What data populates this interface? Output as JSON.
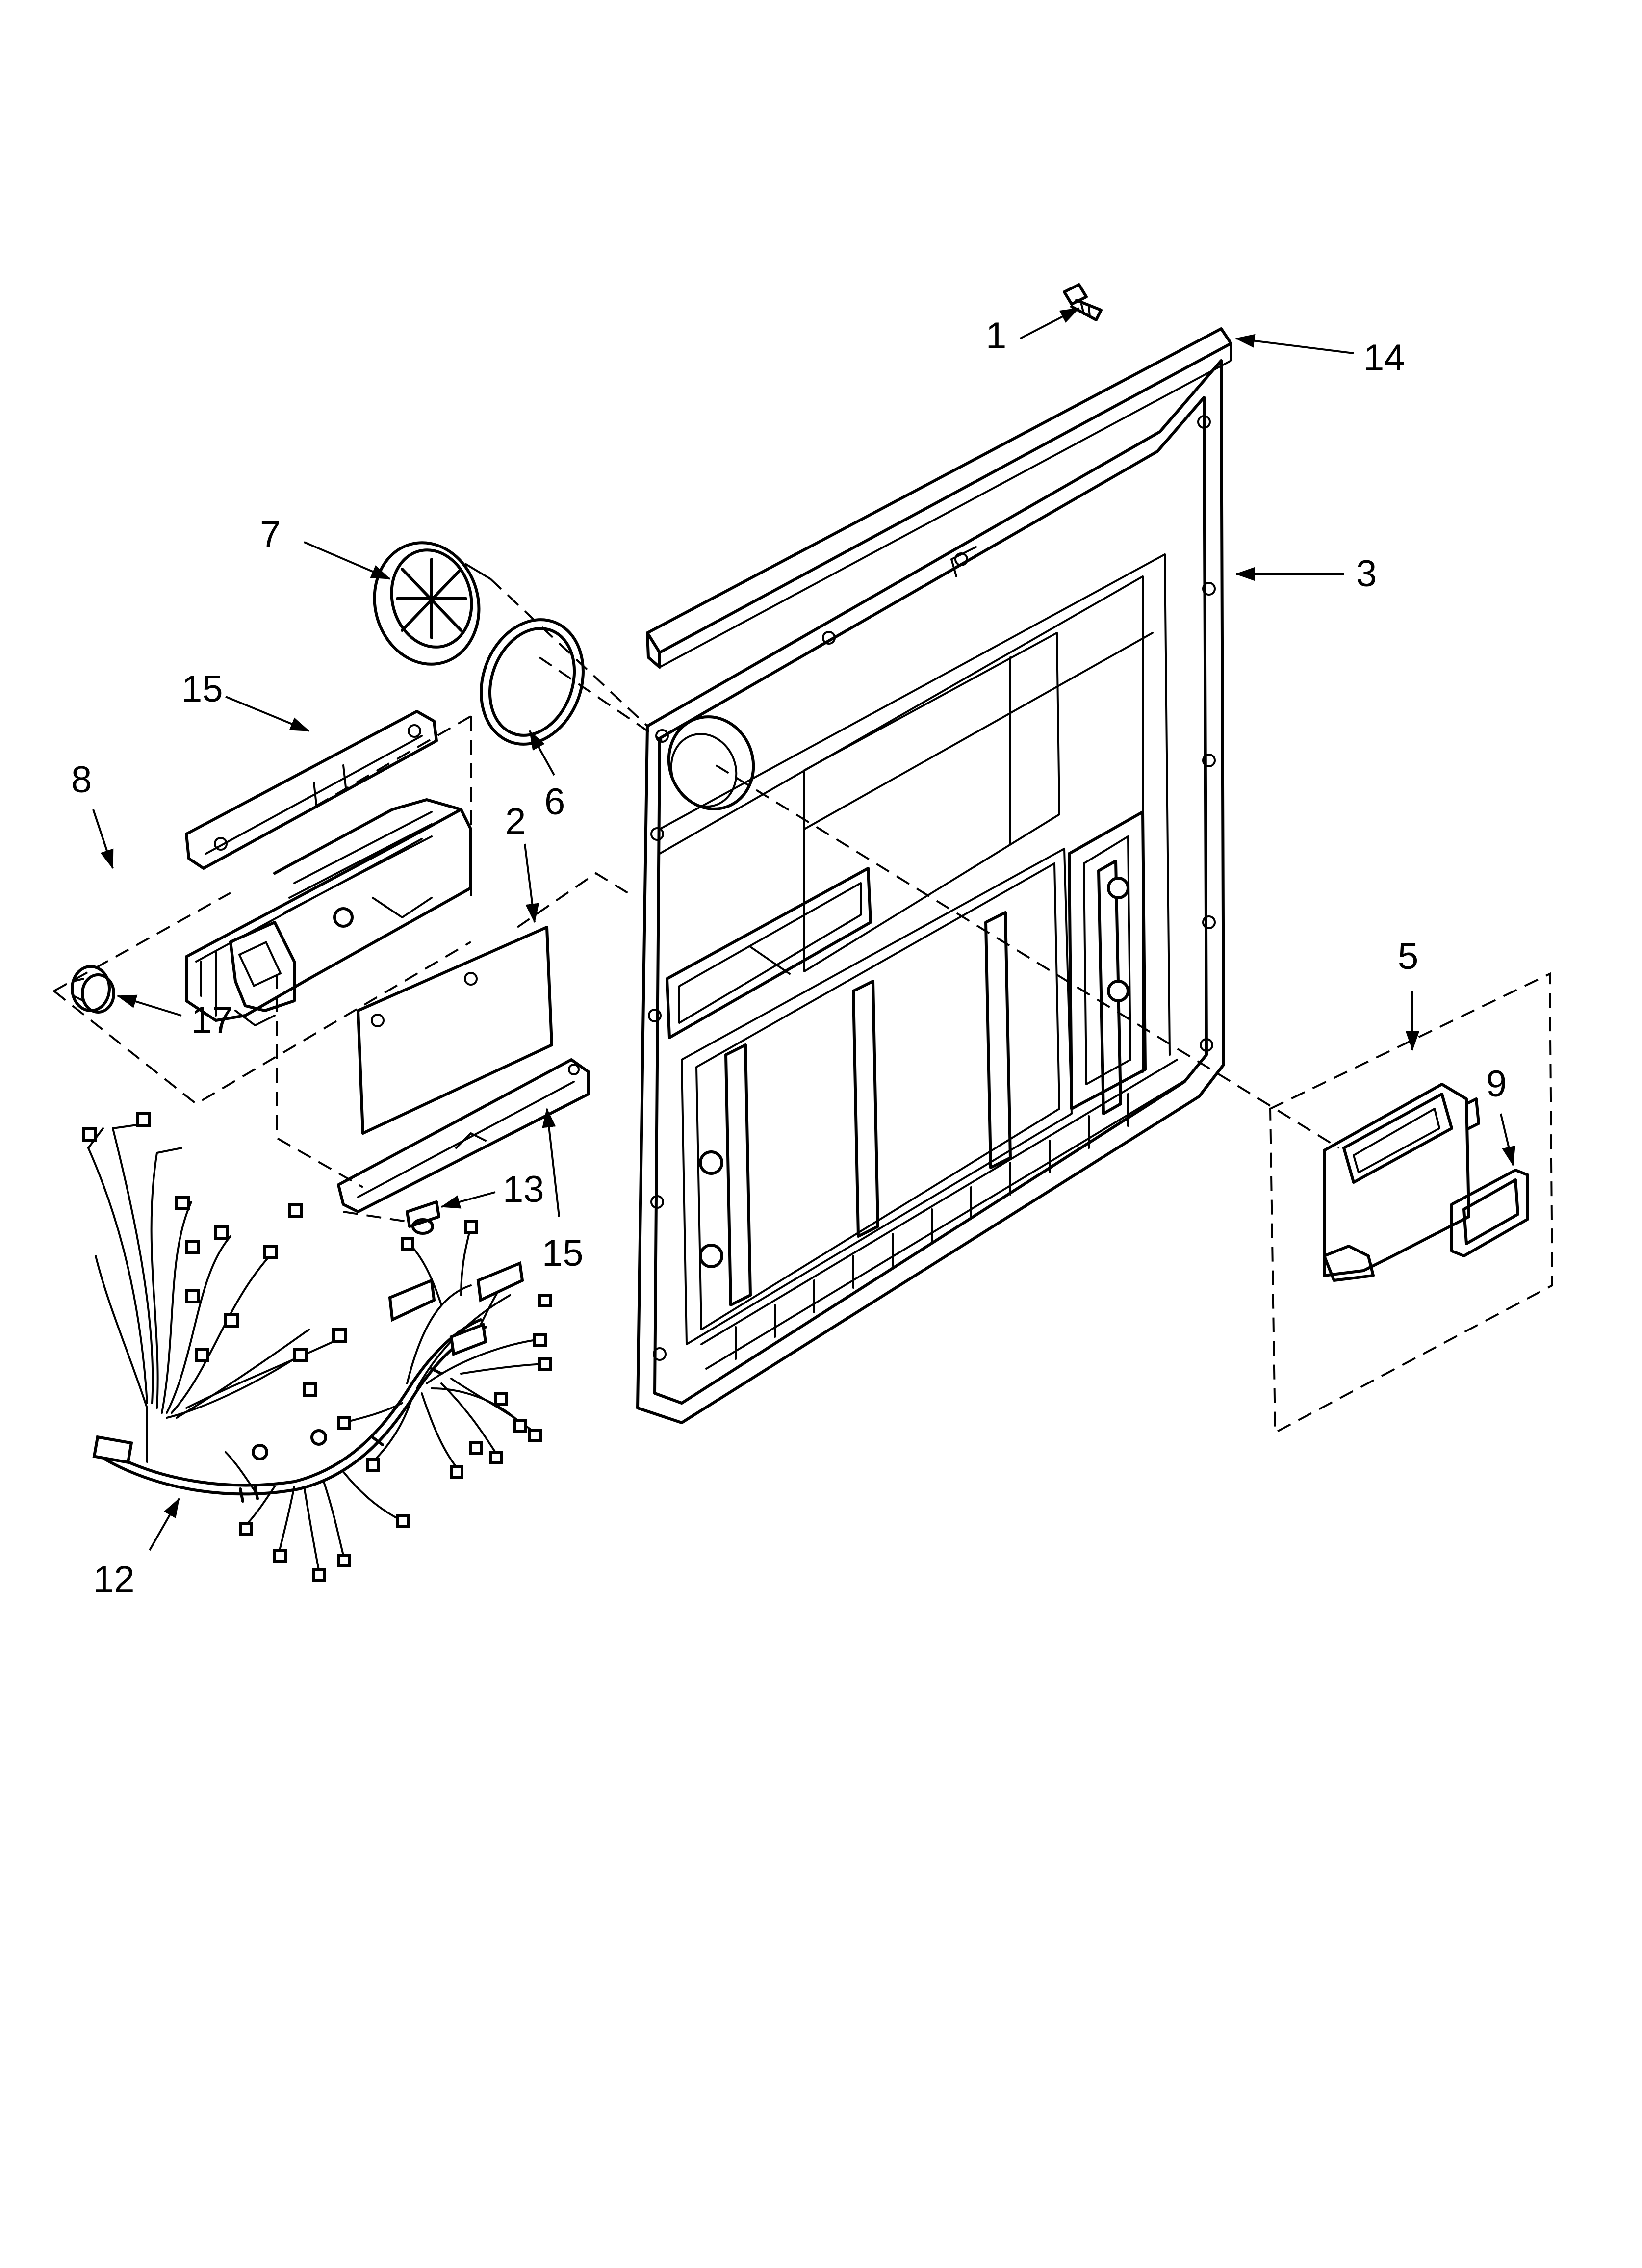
{
  "callouts": {
    "c1": "1",
    "c14": "14",
    "c3": "3",
    "c7": "7",
    "c15_top": "15",
    "c6": "6",
    "c8": "8",
    "c2": "2",
    "c5": "5",
    "c17": "17",
    "c9": "9",
    "c13": "13",
    "c15_bottom": "15",
    "c12": "12"
  },
  "parts": {
    "screw_top": "screw",
    "door_cap_strip": "door-cap-strip",
    "inner_door_panel": "inner-door-panel",
    "vent_cap": "vent-cap",
    "vent_gasket": "vent-gasket",
    "dispenser_bracket": "bracket",
    "dispenser": "dispenser",
    "rinse_cap": "rinse-aid-cap",
    "insulation_shield": "insulation-shield",
    "lower_bracket": "bracket",
    "screw_lower": "screw",
    "wire_harness": "wire-harness",
    "vent_assembly": "vent-assembly",
    "vent_seal": "vent-seal"
  }
}
